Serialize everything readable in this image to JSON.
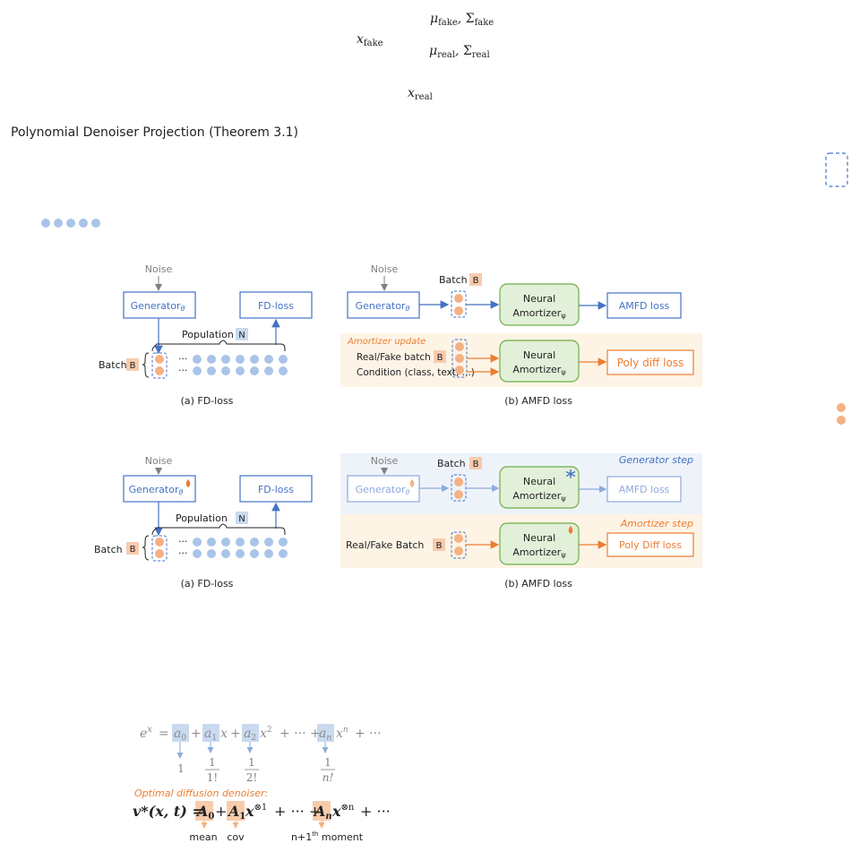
{
  "colors": {
    "blue": "#4472c4",
    "light_blue_dot": "#a9c4e8",
    "orange": "#ed7d31",
    "orange_dot": "#f4b183",
    "orange_badge": "#f8cbad",
    "blue_badge": "#c9daf0",
    "green_fill": "#e2f0d9",
    "green_stroke": "#70ad47",
    "gray_text": "#7f7f7f",
    "orange_panel": "#fdf4e6",
    "blue_panel": "#eef3fa"
  },
  "top_symbols": {
    "mu_fake": "μ",
    "mu_fake_sub": "fake",
    "sigma_fake": "Σ",
    "sigma_fake_sub": "fake",
    "x_fake": "x",
    "x_fake_sub": "fake",
    "mu_real": "μ",
    "mu_real_sub": "real",
    "sigma_real": "Σ",
    "sigma_real_sub": "real",
    "x_real": "x",
    "x_real_sub": "real"
  },
  "heading": "Polynomial Denoiser Projection (Theorem 3.1)",
  "diagram1": {
    "noise": "Noise",
    "generator": "Generator",
    "generator_sub": "θ",
    "fd_loss": "FD-loss",
    "population": "Population",
    "population_badge": "N",
    "batch": "Batch",
    "batch_badge": "B",
    "ellipsis": "···",
    "caption": "(a) FD-loss"
  },
  "diagram2": {
    "noise": "Noise",
    "generator": "Generator",
    "generator_sub": "θ",
    "batch": "Batch",
    "batch_badge": "B",
    "neural": "Neural",
    "amortizer": "Amortizer",
    "amortizer_sub": "ψ",
    "amfd_loss": "AMFD loss",
    "amortizer_update": "Amortizer update",
    "real_fake_batch": "Real/Fake batch",
    "condition": "Condition (class, text, ...)",
    "poly_diff_loss": "Poly diff loss",
    "caption": "(b) AMFD loss"
  },
  "diagram3": {
    "noise": "Noise",
    "generator": "Generator",
    "generator_sub": "θ",
    "fd_loss": "FD-loss",
    "population": "Population",
    "population_badge": "N",
    "batch": "Batch",
    "batch_badge": "B",
    "ellipsis": "···",
    "caption": "(a) FD-loss"
  },
  "diagram4": {
    "noise": "Noise",
    "generator": "Generator",
    "generator_sub": "θ",
    "batch": "Batch",
    "batch_badge": "B",
    "neural": "Neural",
    "amortizer": "Amortizer",
    "amortizer_sub": "ψ",
    "amfd_loss": "AMFD loss",
    "generator_step": "Generator step",
    "amortizer_step": "Amortizer step",
    "real_fake_batch": "Real/Fake Batch",
    "poly_diff_loss": "Poly Diff loss",
    "caption": "(b) AMFD loss"
  },
  "equation": {
    "lhs": "e",
    "lhs_sup": "x",
    "eq": "=",
    "a0": "a",
    "a0_sub": "0",
    "plus": "+",
    "a1": "a",
    "a1_sub": "1",
    "x1": "x",
    "a2": "a",
    "a2_sub": "2",
    "x2": "x",
    "x2_sup": "2",
    "dots": "+ ··· +",
    "an": "a",
    "an_sub": "n",
    "xn": "x",
    "xn_sup": "n",
    "tail": "+ ···",
    "v1": "1",
    "v2_num": "1",
    "v2_den": "1!",
    "v3_num": "1",
    "v3_den": "2!",
    "v4_num": "1",
    "v4_den": "n!",
    "optimal": "Optimal diffusion denoiser:",
    "v_lhs": "v*(x, t) =",
    "A0": "A",
    "A0_sub": "0",
    "A1": "A",
    "A1_sub": "1",
    "A1_x": "x",
    "A1_sup": "⊗1",
    "mid": "+ ··· +",
    "An": "A",
    "An_sub": "n",
    "An_x": "x",
    "An_sup": "⊗n",
    "end": "+ ···",
    "mean": "mean",
    "cov": "cov",
    "moment_pre": "n+1",
    "moment_sup": "th",
    "moment_post": " moment"
  }
}
